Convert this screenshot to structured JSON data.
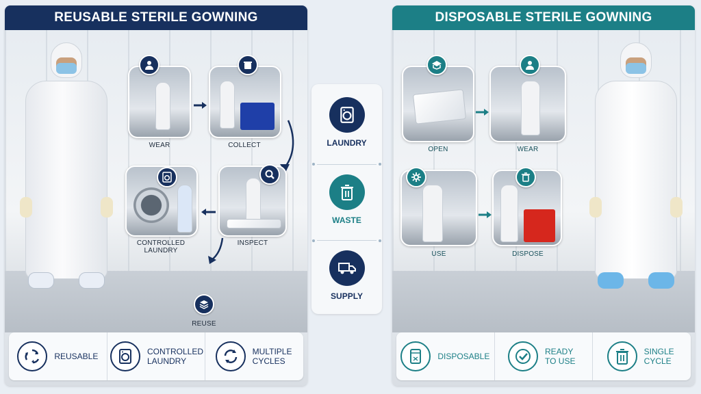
{
  "left": {
    "title": "REUSABLE STERILE GOWNING",
    "steps": {
      "wear": "WEAR",
      "collect": "COLLECT",
      "inspect": "INSPECT",
      "laundry": "CONTROLLED LAUNDRY",
      "reuse": "REUSE"
    },
    "footer": [
      {
        "label": "REUSABLE",
        "icon": "recycle-icon"
      },
      {
        "label": "CONTROLLED LAUNDRY",
        "icon": "washing-machine-icon"
      },
      {
        "label": "MULTIPLE CYCLES",
        "icon": "cycle-icon"
      }
    ]
  },
  "right": {
    "title": "DISPOSABLE STERILE GOWNING",
    "steps": {
      "open": "OPEN",
      "wear": "WEAR",
      "use": "USE",
      "dispose": "DISPOSE"
    },
    "footer": [
      {
        "label": "DISPOSABLE",
        "icon": "bag-icon"
      },
      {
        "label": "READY TO USE",
        "icon": "check-icon"
      },
      {
        "label": "SINGLE CYCLE",
        "icon": "trash-icon"
      }
    ]
  },
  "center": {
    "items": [
      {
        "label": "LAUNDRY",
        "icon": "washing-machine-icon",
        "color": "#17305e"
      },
      {
        "label": "WASTE",
        "icon": "trash-icon",
        "color": "#1c7f86"
      },
      {
        "label": "SUPPLY",
        "icon": "truck-icon",
        "color": "#17305e"
      }
    ]
  },
  "colors": {
    "navy": "#17305e",
    "teal": "#1c7f86"
  }
}
